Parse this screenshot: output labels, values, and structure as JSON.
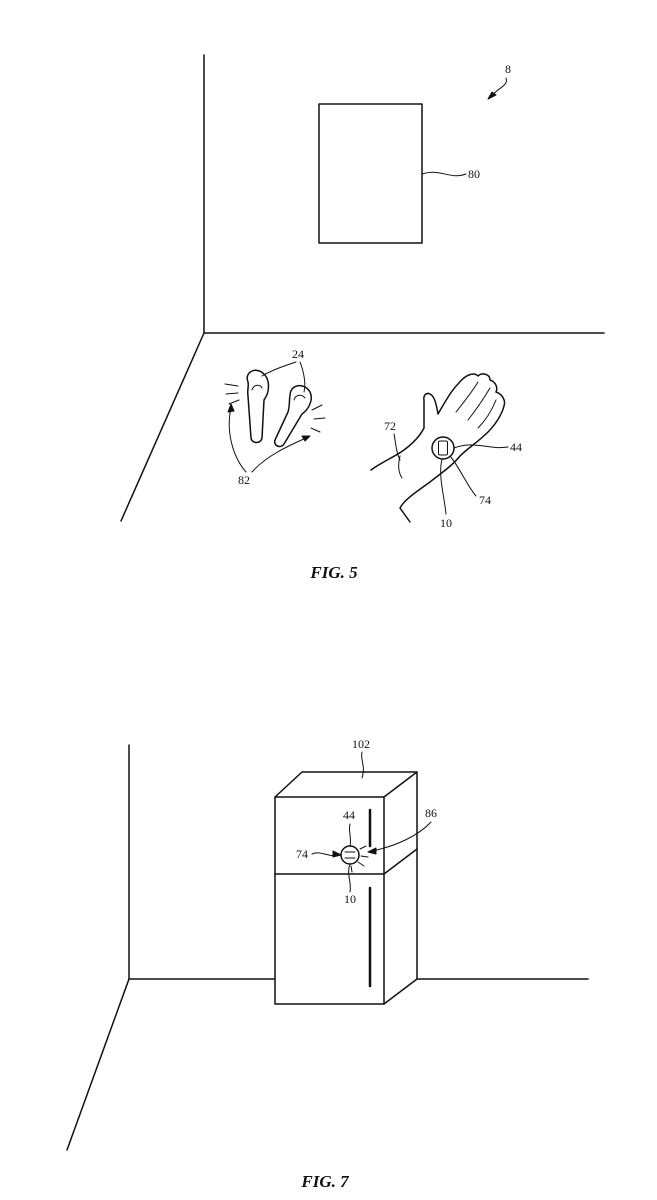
{
  "figures": [
    {
      "caption": "FIG. 5",
      "labels": {
        "system": "8",
        "display": "80",
        "earbuds": "24",
        "sound": "82",
        "hand": "72",
        "wrist_device": "44",
        "ring": "74",
        "tag": "10"
      }
    },
    {
      "caption": "FIG. 7",
      "labels": {
        "appliance": "102",
        "wrist_device": "44",
        "indicator": "86",
        "ring": "74",
        "tag": "10"
      }
    }
  ]
}
